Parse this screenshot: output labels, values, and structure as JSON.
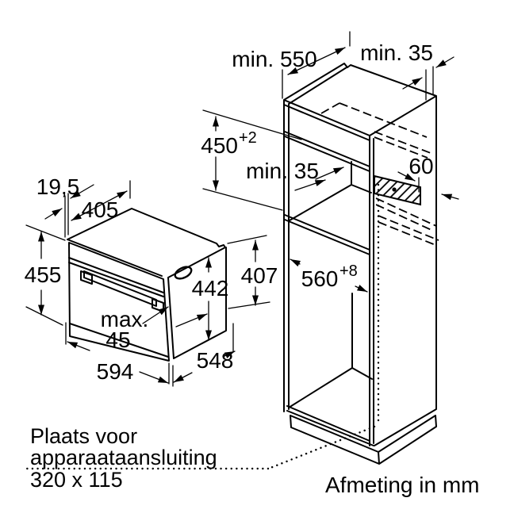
{
  "caption": "Afmeting in mm",
  "connection_space": {
    "line1": "Plaats voor",
    "line2": "apparaataansluiting",
    "line3": "320 x 115"
  },
  "cabinet": {
    "niche_depth": "min. 550",
    "rear_top_clearance": "min. 35",
    "niche_height_value": "450",
    "niche_height_tolerance": "+2",
    "vent_gap": "min. 35",
    "vent_channel": "60",
    "niche_width_value": "560",
    "niche_width_tolerance": "+8"
  },
  "oven": {
    "front_overhang": "19,5",
    "top_depth": "405",
    "front_height": "455",
    "side_height": "442",
    "rear_height": "407",
    "door_protrusion_label": "max.",
    "door_protrusion_value": "45",
    "width": "594",
    "depth": "548"
  },
  "colors": {
    "line": "#000000",
    "background": "#ffffff"
  }
}
